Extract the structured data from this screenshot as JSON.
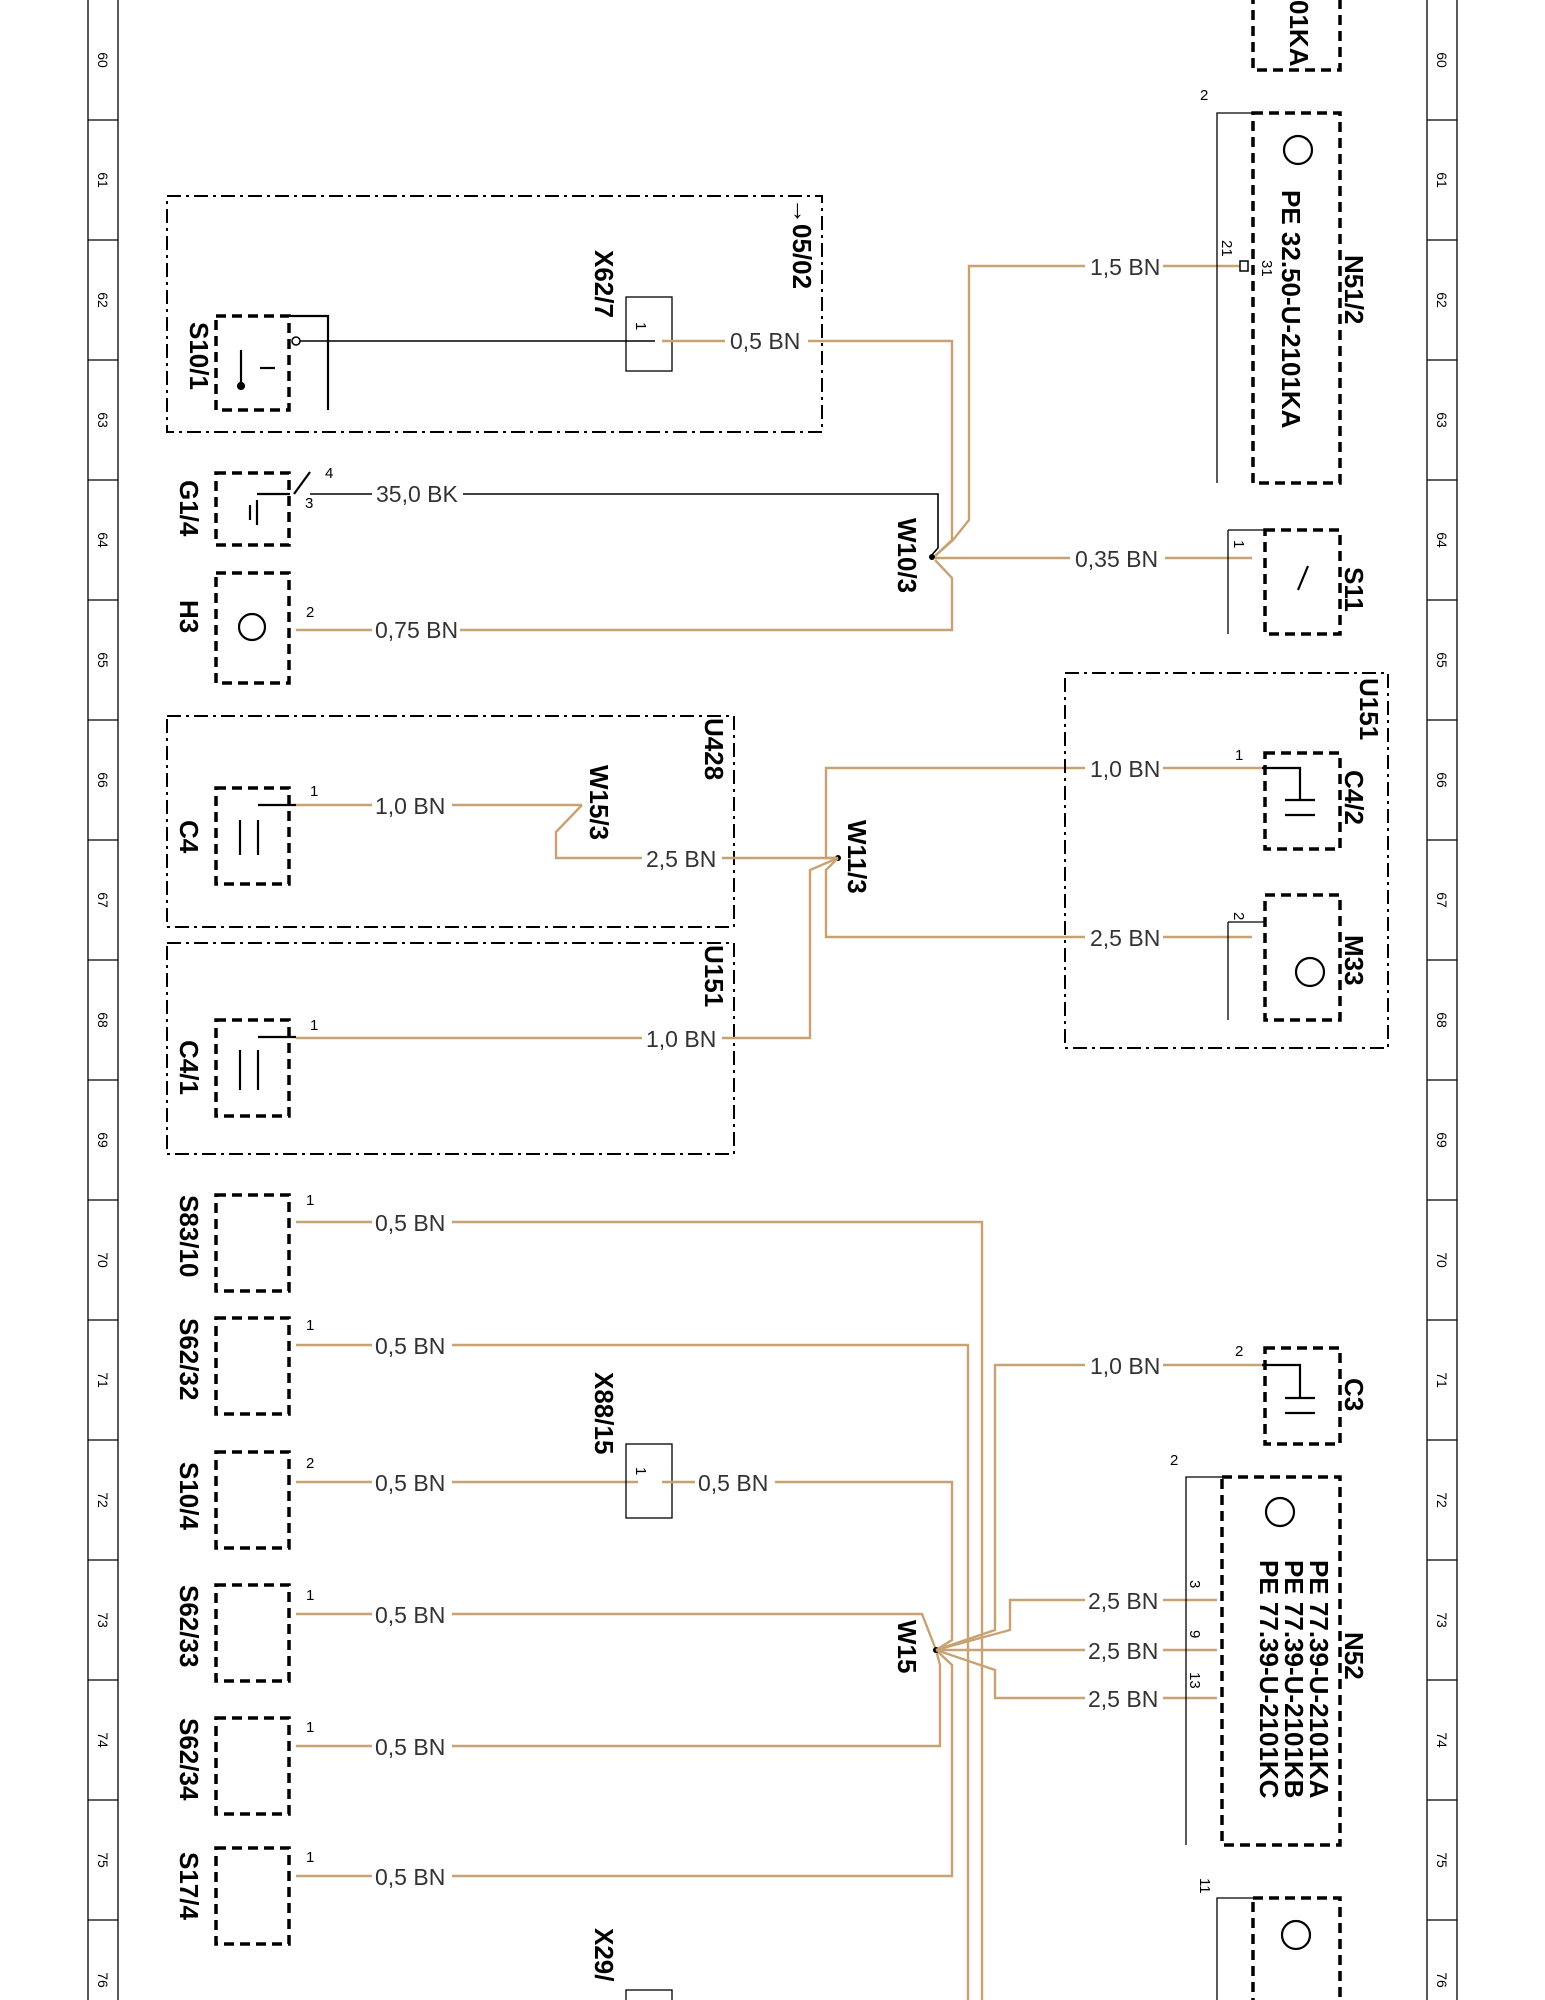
{
  "row_numbers": [
    "60",
    "61",
    "62",
    "63",
    "64",
    "65",
    "66",
    "67",
    "68",
    "69",
    "70",
    "71",
    "72",
    "73",
    "74",
    "75",
    "76"
  ],
  "components": {
    "s10_1": "S10/1",
    "x62_7": "X62/7",
    "ref_05_02": "→05/02",
    "g1_4": "G1/4",
    "h3": "H3",
    "w10_3": "W10/3",
    "c4": "C4",
    "w15_3": "W15/3",
    "u428": "U428",
    "c4_1": "C4/1",
    "u151_left": "U151",
    "w11_3": "W11/3",
    "u151_right": "U151",
    "c4_2": "C4/2",
    "m33": "M33",
    "n51_2": "N51/2",
    "n51_2_pe": "PE 32.50-U-2101KA",
    "top_frag": "01KA",
    "s11": "S11",
    "s83_10": "S83/10",
    "s62_32": "S62/32",
    "s10_4": "S10/4",
    "s62_33": "S62/33",
    "s62_34": "S62/34",
    "s17_4": "S17/4",
    "x88_15": "X88/15",
    "x29": "X29/",
    "w15": "W15",
    "c3": "C3",
    "n52": "N52",
    "n52_pe1": "PE 77.39-U-2101KA",
    "n52_pe2": "PE 77.39-U-2101KB",
    "n52_pe3": "PE 77.39-U-2101KC",
    "n_bottom_pin": "11"
  },
  "wires": {
    "x62_7_out": "0,5 BN",
    "n51_2_in": "1,5 BN",
    "g1_4_out": "35,0 BK",
    "s11_in": "0,35 BN",
    "h3_out": "0,75 BN",
    "c4_out": "1,0 BN",
    "w15_3_out": "2,5 BN",
    "c4_1_out": "1,0 BN",
    "c4_2_in": "1,0 BN",
    "m33_in": "2,5 BN",
    "s83_10_out": "0,5 BN",
    "s62_32_out": "0,5 BN",
    "s10_4_out": "0,5 BN",
    "x88_15_out": "0,5 BN",
    "s62_33_out": "0,5 BN",
    "s62_34_out": "0,5 BN",
    "s17_4_out": "0,5 BN",
    "c3_in": "1,0 BN",
    "n52_in1": "2,5 BN",
    "n52_in2": "2,5 BN",
    "n52_in3": "2,5 BN"
  },
  "pins": {
    "x62_7": "1",
    "n51_2_a": "21",
    "n51_2_b": "31",
    "n51_2_top": "2",
    "g1_4_a": "4",
    "g1_4_b": "3",
    "h3": "2",
    "s11": "1",
    "c4": "1",
    "c4_1": "1",
    "c4_2": "1",
    "m33": "2",
    "s83_10": "1",
    "s62_32": "1",
    "s10_4": "2",
    "x88_15": "1",
    "s62_33": "1",
    "s62_34": "1",
    "s17_4": "1",
    "c3": "2",
    "n52_top": "2",
    "n52_a": "3",
    "n52_b": "9",
    "n52_c": "13"
  },
  "colors": {
    "wire_brown": "#c8a272",
    "wire_black": "#000000",
    "ink": "#000000"
  }
}
